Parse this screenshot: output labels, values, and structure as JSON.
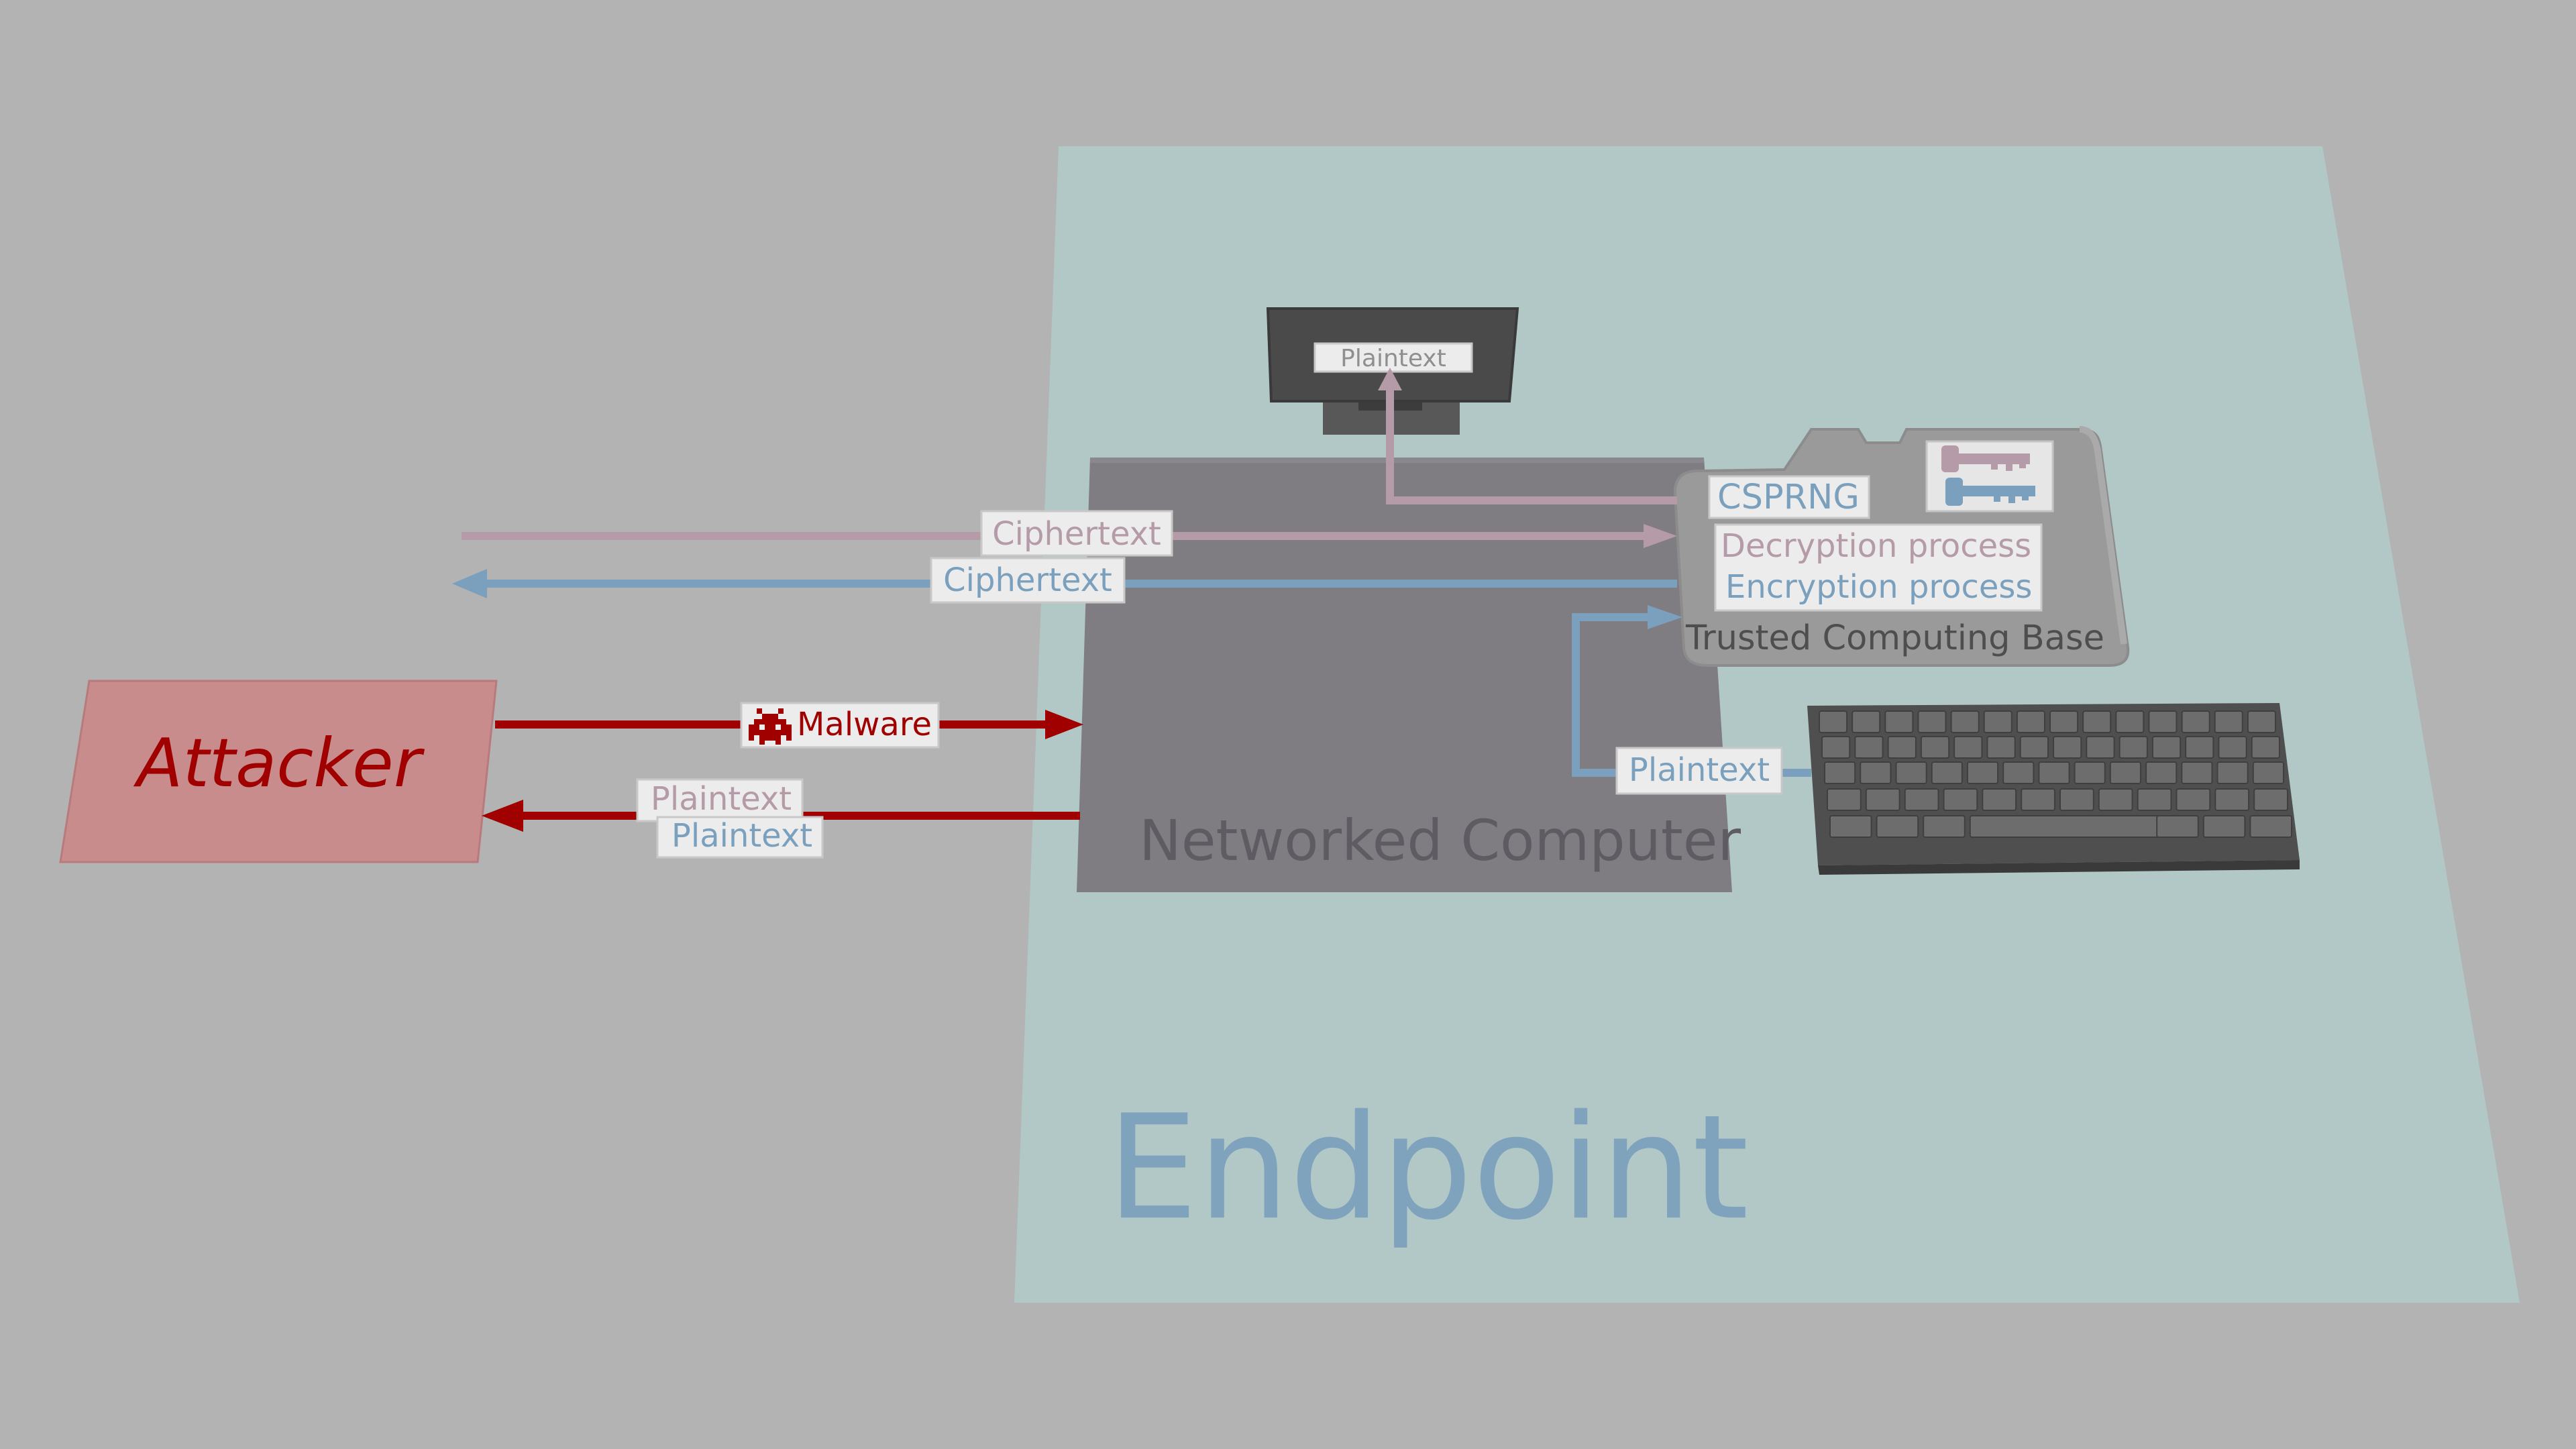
{
  "colors": {
    "background": "#b3b3b3",
    "endpoint_plane": "#b2c8c6",
    "endpoint_text": "#7fa3bd",
    "attacker_fill": "#c98c8c",
    "attacker_text": "#a00000",
    "malware_red": "#a00000",
    "decryption_pink": "#b59aa7",
    "encryption_blue": "#7aa0bd",
    "computer_box": "#7f7c82",
    "tcb_box": "#9a9a9a",
    "keyboard": "#5b5b5b",
    "monitor": "#4a4a4a"
  },
  "endpoint": {
    "label": "Endpoint"
  },
  "attacker": {
    "label": "Attacker"
  },
  "computer": {
    "label": "Networked Computer"
  },
  "tcb": {
    "label": "Trusted Computing Base",
    "csprng": "CSPRNG",
    "decryption": "Decryption process",
    "encryption": "Encryption process",
    "key_icons": [
      "decryption-key-icon",
      "encryption-key-icon"
    ]
  },
  "monitor": {
    "label": "Plaintext"
  },
  "keyboard": {
    "label": "Plaintext"
  },
  "flows": {
    "incoming_ciphertext": "Ciphertext",
    "outgoing_ciphertext": "Ciphertext",
    "malware": "Malware",
    "malware_icon": "space-invader-icon",
    "exfil_plaintext_1": "Plaintext",
    "exfil_plaintext_2": "Plaintext"
  }
}
